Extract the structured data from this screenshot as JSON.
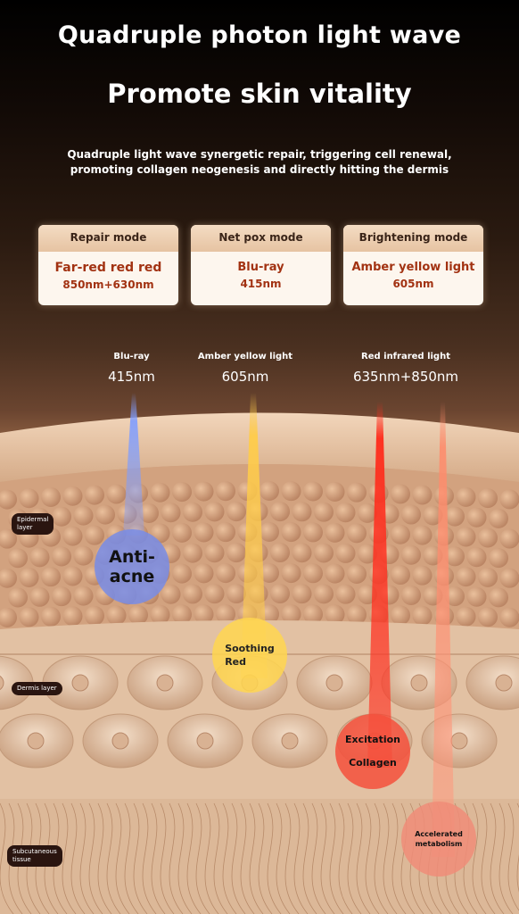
{
  "headline": "Quadruple photon light wave",
  "subheadline": "Promote skin vitality",
  "description_line1": "Quadruple light wave synergetic repair, triggering cell renewal,",
  "description_line2": "promoting collagen neogenesis and directly hitting the dermis",
  "modes": [
    {
      "title": "Repair mode",
      "light": "Far-red red red",
      "wavelength": "850nm+630nm"
    },
    {
      "title": "Net pox mode",
      "light": "Blu-ray",
      "wavelength": "415nm"
    },
    {
      "title": "Brightening mode",
      "light": "Amber yellow light",
      "wavelength": "605nm"
    }
  ],
  "beams": [
    {
      "name": "Blu-ray",
      "wavelength": "415nm"
    },
    {
      "name": "Amber yellow light",
      "wavelength": "605nm"
    },
    {
      "name": "Red infrared light",
      "wavelength": "635nm+850nm"
    }
  ],
  "layers": {
    "epidermal_line1": "Epidermal",
    "epidermal_line2": "layer",
    "dermis": "Dermis layer",
    "subcutaneous_line1": "Subcutaneous",
    "subcutaneous_line2": "tissue"
  },
  "effects": {
    "anti_acne_line1": "Anti-",
    "anti_acne_line2": "acne",
    "soothing_line1": "Soothing",
    "soothing_line2": "Red",
    "excitation_line1": "Excitation",
    "excitation_line2": "Collagen",
    "accelerated_line1": "Accelerated",
    "accelerated_line2": "metabolism"
  },
  "colors": {
    "blue_beam": "#6f8cff",
    "amber_beam": "#ffc640",
    "red_beam": "#ff2a1a",
    "infrared_beam": "#ff8a6a",
    "mode_text": "#a23212"
  }
}
